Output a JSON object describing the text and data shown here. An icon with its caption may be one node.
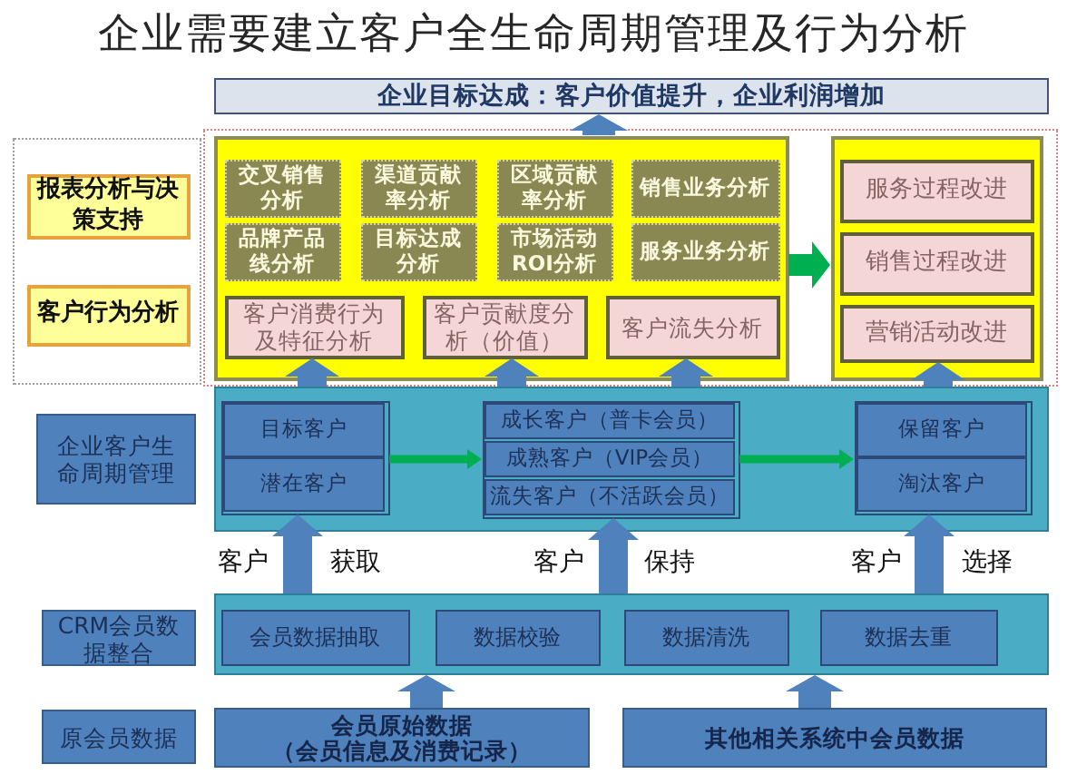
{
  "diagram": {
    "title": "企业需要建立客户全生命周期管理及行为分析",
    "nodes": [
      {
        "text": [
          "企业目标达成：客户价值提升，企业利润增加"
        ]
      },
      {
        "text": [],
        "shape": "box"
      },
      {
        "text": [
          "报表分析与决策支持"
        ],
        "in": 1
      },
      {
        "text": [
          "客户行为分析"
        ],
        "in": 1
      },
      {
        "text": [],
        "shape": "box"
      },
      {
        "text": [],
        "shape": "box",
        "in": 4
      },
      {
        "text": [
          "交叉销售分析"
        ],
        "in": 5
      },
      {
        "text": [
          "渠道贡献率分析"
        ],
        "in": 5
      },
      {
        "text": [
          "区域贡献率分析"
        ],
        "in": 5
      },
      {
        "text": [
          "销售业务分析"
        ],
        "in": 5
      },
      {
        "text": [
          "品牌产品线分析"
        ],
        "in": 5
      },
      {
        "text": [
          "目标达成分析"
        ],
        "in": 5
      },
      {
        "text": [
          "市场活动ROI分析"
        ],
        "in": 5
      },
      {
        "text": [
          "服务业务分析"
        ],
        "in": 5
      },
      {
        "text": [
          "客户消费行为及特征分析"
        ],
        "in": 5
      },
      {
        "text": [
          "客户贡献度分析（价值）"
        ],
        "in": 5
      },
      {
        "text": [
          "客户流失分析"
        ],
        "in": 5
      },
      {
        "text": [],
        "shape": "box",
        "in": 4
      },
      {
        "text": [
          "服务过程改进"
        ],
        "in": 17
      },
      {
        "text": [
          "销售过程改进"
        ],
        "in": 17
      },
      {
        "text": [
          "营销活动改进"
        ],
        "in": 17
      },
      {
        "text": [
          "企业客户生命周期管理"
        ]
      },
      {
        "text": [],
        "shape": "box"
      },
      {
        "text": [],
        "shape": "box",
        "in": 22
      },
      {
        "text": [
          "目标客户"
        ],
        "in": 23
      },
      {
        "text": [
          "潜在客户"
        ],
        "in": 23
      },
      {
        "text": [],
        "shape": "box",
        "in": 22
      },
      {
        "text": [
          "成长客户（普卡会员）"
        ],
        "in": 26
      },
      {
        "text": [
          "成熟客户（VIP会员）"
        ],
        "in": 26
      },
      {
        "text": [
          "流失客户（不活跃会员）"
        ],
        "in": 26
      },
      {
        "text": [],
        "shape": "box",
        "in": 22
      },
      {
        "text": [
          "保留客户"
        ],
        "in": 30
      },
      {
        "text": [
          "淘汰客户"
        ],
        "in": 30
      },
      {
        "text": [
          "CRM会员数据整合"
        ]
      },
      {
        "text": [],
        "shape": "box"
      },
      {
        "text": [
          "会员数据抽取"
        ],
        "in": 34
      },
      {
        "text": [
          "数据校验"
        ],
        "in": 34
      },
      {
        "text": [
          "数据清洗"
        ],
        "in": 34
      },
      {
        "text": [
          "数据去重"
        ],
        "in": 34
      },
      {
        "text": [
          "原会员数据"
        ]
      },
      {
        "text": [
          "会员原始数据",
          "（会员信息及消费记录）"
        ]
      },
      {
        "text": [
          "其他相关系统中会员数据"
        ]
      }
    ],
    "edges": [
      {
        "from": 5,
        "to": 0,
        "arrow": "to"
      },
      {
        "from": 5,
        "to": 17,
        "arrow": "to",
        "color": "#00b050"
      },
      {
        "from": 22,
        "to": 14,
        "arrow": "to"
      },
      {
        "from": 22,
        "to": 15,
        "arrow": "to"
      },
      {
        "from": 22,
        "to": 16,
        "arrow": "to"
      },
      {
        "from": 22,
        "to": 20,
        "arrow": "to"
      },
      {
        "from": 23,
        "to": 26,
        "arrow": "to",
        "color": "#00b050"
      },
      {
        "from": 26,
        "to": 30,
        "arrow": "to",
        "color": "#00b050"
      },
      {
        "from": 34,
        "to": 23,
        "arrow": "to"
      },
      {
        "from": 34,
        "to": 26,
        "arrow": "to"
      },
      {
        "from": 34,
        "to": 30,
        "arrow": "to"
      },
      {
        "from": 40,
        "to": 34,
        "arrow": "to"
      },
      {
        "from": 41,
        "to": 34,
        "arrow": "to"
      }
    ],
    "labels": [
      "客户",
      "获取",
      "客户",
      "保持",
      "客户",
      "选择"
    ]
  }
}
